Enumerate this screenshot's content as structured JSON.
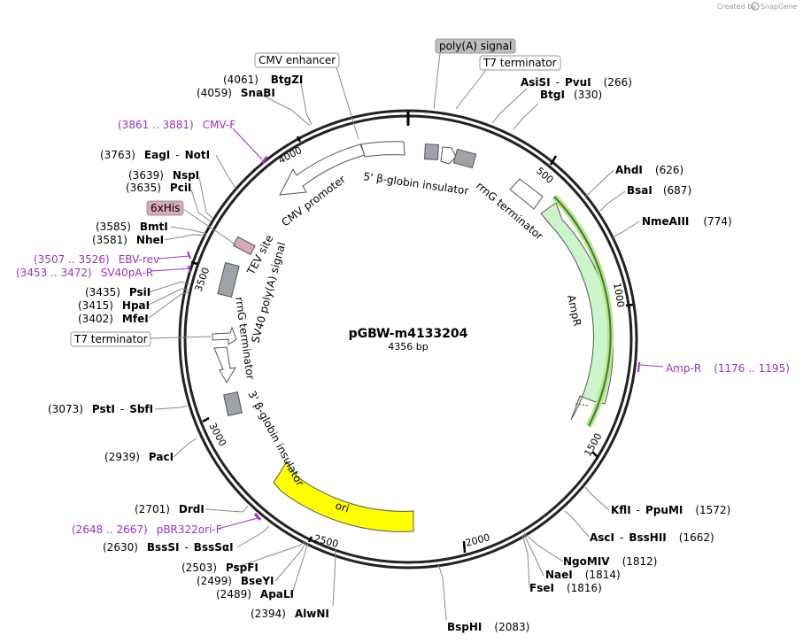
{
  "watermark": {
    "prefix": "Created by",
    "brand": "SnapGene"
  },
  "plasmid": {
    "name": "pGBW-m4133204",
    "length_label": "4356 bp",
    "length": 4356
  },
  "colors": {
    "backbone": "#222222",
    "primer": "#9b30c8",
    "ampr_fill": "#ccf5cc",
    "ori_fill": "#ffff00",
    "grey_feature": "#9da3a8",
    "his_tag": "#d8a9b8"
  },
  "position_ticks": [
    "500",
    "1000",
    "1500",
    "2000",
    "2500",
    "3000",
    "3500",
    "4000"
  ],
  "features": [
    {
      "id": "ampr",
      "label": "AmpR",
      "start": 441,
      "end": 1301
    },
    {
      "id": "ori",
      "label": "ori",
      "start": 2051,
      "end": 2639
    },
    {
      "id": "cmv-promoter",
      "label": "CMV promoter",
      "start": 3848,
      "end": 4180
    },
    {
      "id": "beta-globin-5",
      "label": "5' β-globin insulator",
      "start": 4200,
      "end": 4350
    },
    {
      "id": "rrng-terminator-1",
      "label": "rrnG terminator",
      "start": 300,
      "end": 420
    },
    {
      "id": "tev-site",
      "label": "TEV site",
      "start": 3600,
      "end": 3630
    },
    {
      "id": "sv40-polya",
      "label": "SV40 poly(A) signal",
      "start": 3460,
      "end": 3580
    },
    {
      "id": "rrng-terminator-2",
      "label": "rrnG terminator",
      "start": 3290,
      "end": 3410
    },
    {
      "id": "beta-globin-3",
      "label": "3' β-globin insulator",
      "start": 3060,
      "end": 3200
    }
  ],
  "boxed_labels": [
    {
      "id": "polya-signal",
      "text": "poly(A) signal"
    },
    {
      "id": "t7-terminator-top",
      "text": "T7 terminator"
    },
    {
      "id": "cmv-enhancer",
      "text": "CMV enhancer"
    },
    {
      "id": "6xhis",
      "text": "6xHis"
    },
    {
      "id": "t7-terminator-left",
      "text": "T7 terminator"
    }
  ],
  "enzymes": [
    {
      "pos": "(4061)",
      "name": "BtgZI"
    },
    {
      "pos": "(4059)",
      "name": "SnaBI"
    },
    {
      "pos": "(3763)",
      "name": "EagI",
      "sep": "-",
      "name2": "NotI"
    },
    {
      "pos": "(3639)",
      "name": "NspI"
    },
    {
      "pos": "(3635)",
      "name": "PciI"
    },
    {
      "pos": "(3585)",
      "name": "BmtI"
    },
    {
      "pos": "(3581)",
      "name": "NheI"
    },
    {
      "pos": "(3435)",
      "name": "PsiI"
    },
    {
      "pos": "(3415)",
      "name": "HpaI"
    },
    {
      "pos": "(3402)",
      "name": "MfeI"
    },
    {
      "pos": "(3073)",
      "name": "PstI",
      "sep": "-",
      "name2": "SbfI"
    },
    {
      "pos": "(2939)",
      "name": "PacI"
    },
    {
      "pos": "(2701)",
      "name": "DrdI"
    },
    {
      "pos": "(2630)",
      "name": "BssSI",
      "sep": "-",
      "name2": "BssSαI"
    },
    {
      "pos": "(2503)",
      "name": "PspFI"
    },
    {
      "pos": "(2499)",
      "name": "BseYI"
    },
    {
      "pos": "(2489)",
      "name": "ApaLI"
    },
    {
      "pos": "(2394)",
      "name": "AlwNI"
    },
    {
      "name": "AsiSI",
      "sep": "-",
      "name2": "PvuI",
      "pos": "(266)"
    },
    {
      "name": "BtgI",
      "pos": "(330)"
    },
    {
      "name": "AhdI",
      "pos": "(626)"
    },
    {
      "name": "BsaI",
      "pos": "(687)"
    },
    {
      "name": "NmeAIII",
      "pos": "(774)"
    },
    {
      "name": "KflI",
      "sep": "-",
      "name2": "PpuMI",
      "pos": "(1572)"
    },
    {
      "name": "AscI",
      "sep": "-",
      "name2": "BssHII",
      "pos": "(1662)"
    },
    {
      "name": "NgoMIV",
      "pos": "(1812)"
    },
    {
      "name": "NaeI",
      "pos": "(1814)"
    },
    {
      "name": "FseI",
      "pos": "(1816)"
    },
    {
      "name": "BspHI",
      "pos": "(2083)"
    }
  ],
  "primers": [
    {
      "range": "(3861 .. 3881)",
      "name": "CMV-F"
    },
    {
      "range": "(3507 .. 3526)",
      "name": "EBV-rev"
    },
    {
      "range": "(3453 .. 3472)",
      "name": "SV40pA-R"
    },
    {
      "name": "Amp-R",
      "range": "(1176 .. 1195)"
    },
    {
      "range": "(2648 .. 2667)",
      "name": "pBR322ori-F"
    }
  ]
}
